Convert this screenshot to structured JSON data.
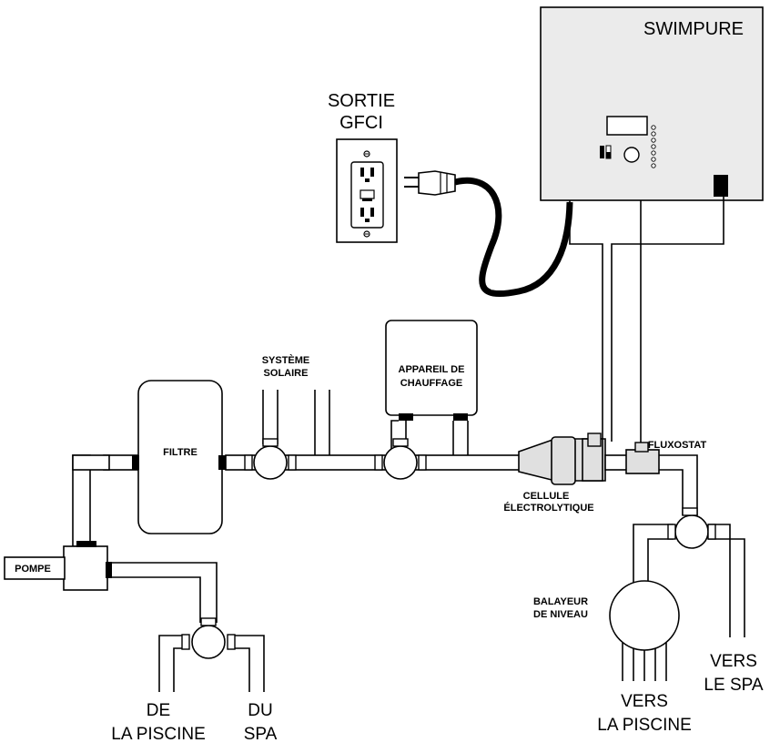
{
  "device": {
    "name": "SWIMPURE"
  },
  "outlet": {
    "line1": "SORTIE",
    "line2": "GFCI"
  },
  "components": {
    "filter": "FILTRE",
    "pump": "POMPE",
    "solar_line1": "SYSTÈME",
    "solar_line2": "SOLAIRE",
    "heater_line1": "APPAREIL DE",
    "heater_line2": "CHAUFFAGE",
    "flow_switch": "FLUXOSTAT",
    "cell_line1": "CELLULE",
    "cell_line2": "ÉLECTROLYTIQUE",
    "skimmer_line1": "BALAYEUR",
    "skimmer_line2": "DE NIVEAU"
  },
  "destinations": {
    "from_pool_line1": "DE",
    "from_pool_line2": "LA PISCINE",
    "from_spa_line1": "DU",
    "from_spa_line2": "SPA",
    "to_pool_line1": "VERS",
    "to_pool_line2": "LA PISCINE",
    "to_spa_line1": "VERS",
    "to_spa_line2": "LE SPA"
  }
}
